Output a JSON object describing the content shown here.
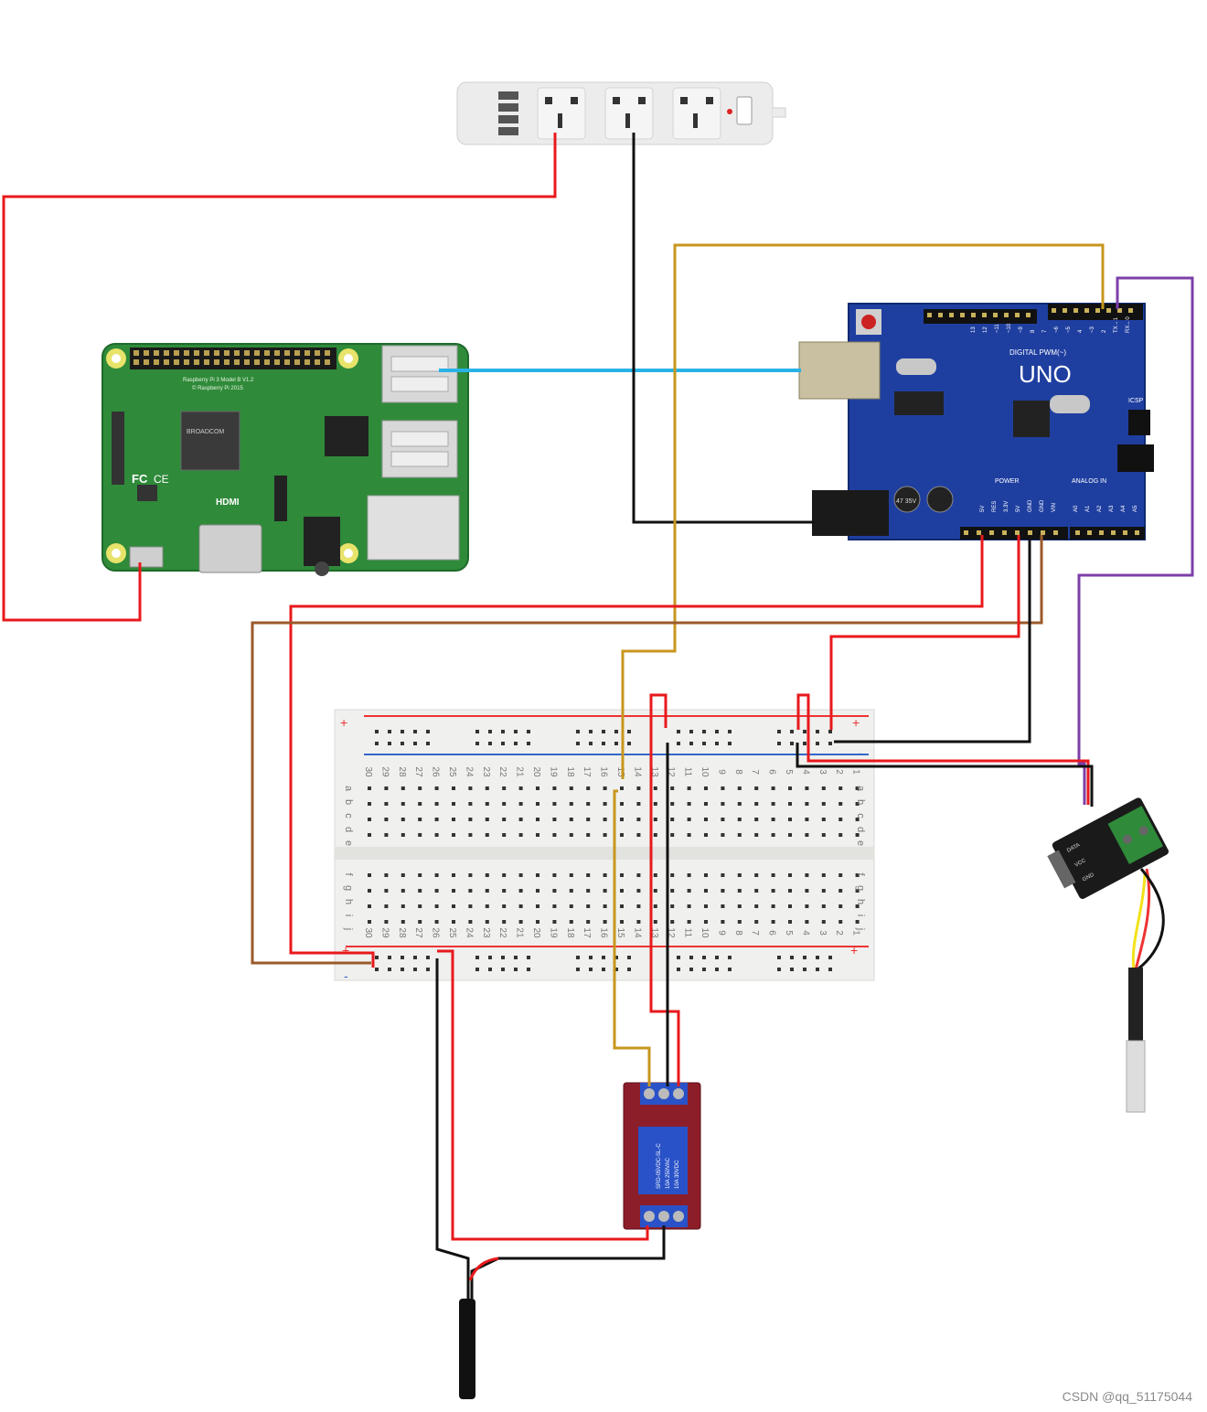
{
  "diagram": {
    "pi": {
      "board_text": "Raspberry Pi 3 Model B V1.2",
      "copyright_text": "© Raspberry Pi 2015",
      "soc_brand": "BROADCOM",
      "hdmi_label": "HDMI",
      "ce_mark": "CE",
      "fcc_mark": "FC"
    },
    "uno": {
      "model_label": "UNO",
      "digital_label": "DIGITAL PWM(~)",
      "power_label": "POWER",
      "analog_label": "ANALOG IN",
      "isp_label": "ICSP",
      "power_pins": [
        "5V",
        "RES",
        "3.3V",
        "5V",
        "GND",
        "GND",
        "VIN"
      ],
      "analog_pins": [
        "A0",
        "A1",
        "A2",
        "A3",
        "A4",
        "A5"
      ],
      "digital_pins": [
        "13",
        "12",
        "~11",
        "~10",
        "~9",
        "8",
        "7",
        "~6",
        "~5",
        "4",
        "~3",
        "2",
        "TX→1",
        "RX←0"
      ],
      "cap_text": "47 35V"
    },
    "breadboard": {
      "plus_sign": "+",
      "minus_sign": "-",
      "column_numbers": [
        "30",
        "29",
        "28",
        "27",
        "26",
        "25",
        "24",
        "23",
        "22",
        "21",
        "20",
        "19",
        "18",
        "17",
        "16",
        "15",
        "14",
        "13",
        "12",
        "11",
        "10",
        "9",
        "8",
        "7",
        "6",
        "5",
        "4",
        "3",
        "2",
        "1"
      ],
      "row_letters_top": [
        "a",
        "b",
        "c",
        "d",
        "e"
      ],
      "row_letters_bottom": [
        "f",
        "g",
        "h",
        "i",
        "j"
      ]
    },
    "sensor_labels": [
      "DATA",
      "VCC",
      "GND"
    ],
    "relay_labels": [
      "SRD-05VDC-SL-C",
      "10A 250VAC",
      "10A 30VDC"
    ],
    "watermark": "CSDN @qq_51175044"
  },
  "colors": {
    "red_wire": "#e8191c",
    "black_wire": "#111111",
    "gold_wire": "#c8961e",
    "brown_wire": "#9b5a2a",
    "purple_wire": "#7d3fa8",
    "usb_cable": "#29b2e6",
    "pi_pcb": "#2f8a3a",
    "uno_pcb": "#1f3fa0",
    "relay_pcb": "#8c1e2a"
  }
}
